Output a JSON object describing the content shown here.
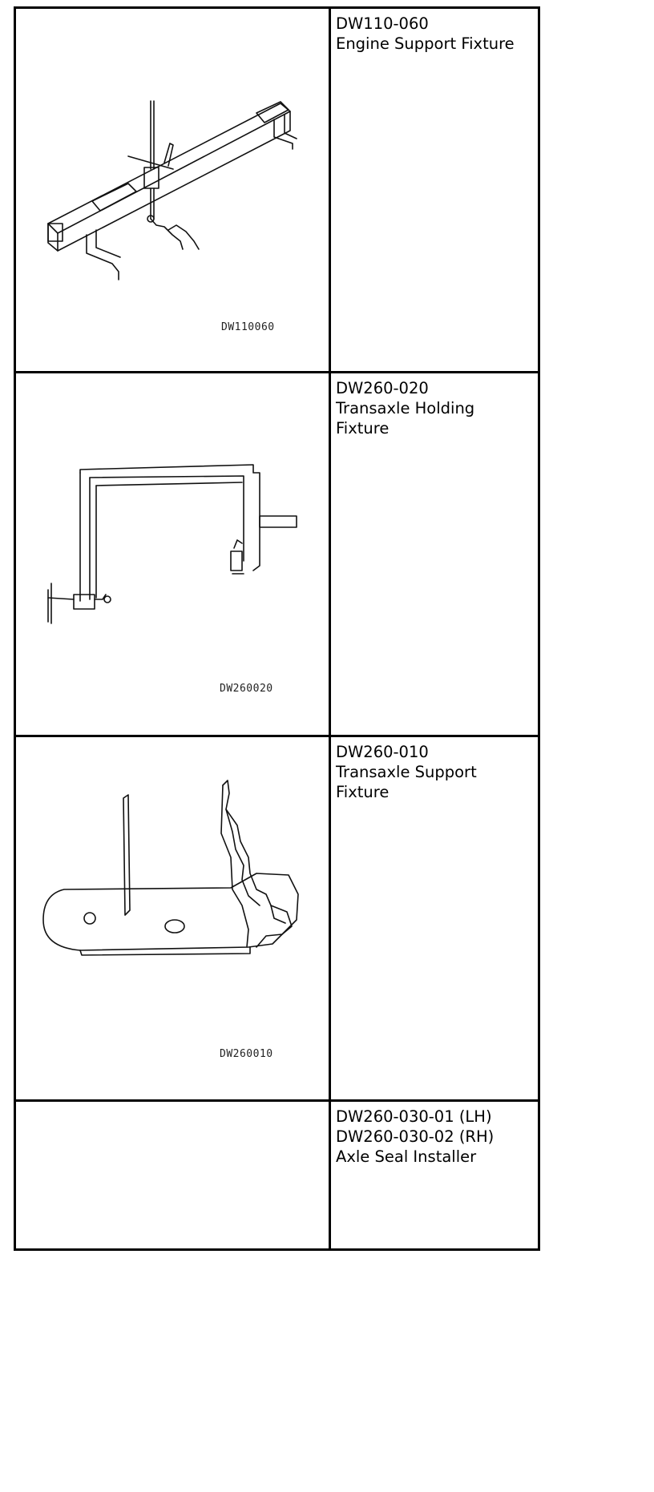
{
  "tools": [
    {
      "figure_label": "DW110060",
      "lines": [
        "DW110-060",
        "Engine Support Fixture"
      ]
    },
    {
      "figure_label": "DW260020",
      "lines": [
        "DW260-020",
        "Transaxle Holding",
        "Fixture"
      ]
    },
    {
      "figure_label": "DW260010",
      "lines": [
        "DW260-010",
        "Transaxle Support",
        "Fixture"
      ]
    },
    {
      "figure_label": "",
      "lines": [
        "DW260-030-01 (LH)",
        "DW260-030-02 (RH)",
        "Axle Seal Installer"
      ]
    }
  ],
  "icons": {
    "row1": "engine-support-fixture-drawing",
    "row2": "transaxle-holding-fixture-drawing",
    "row3": "transaxle-support-fixture-drawing"
  }
}
